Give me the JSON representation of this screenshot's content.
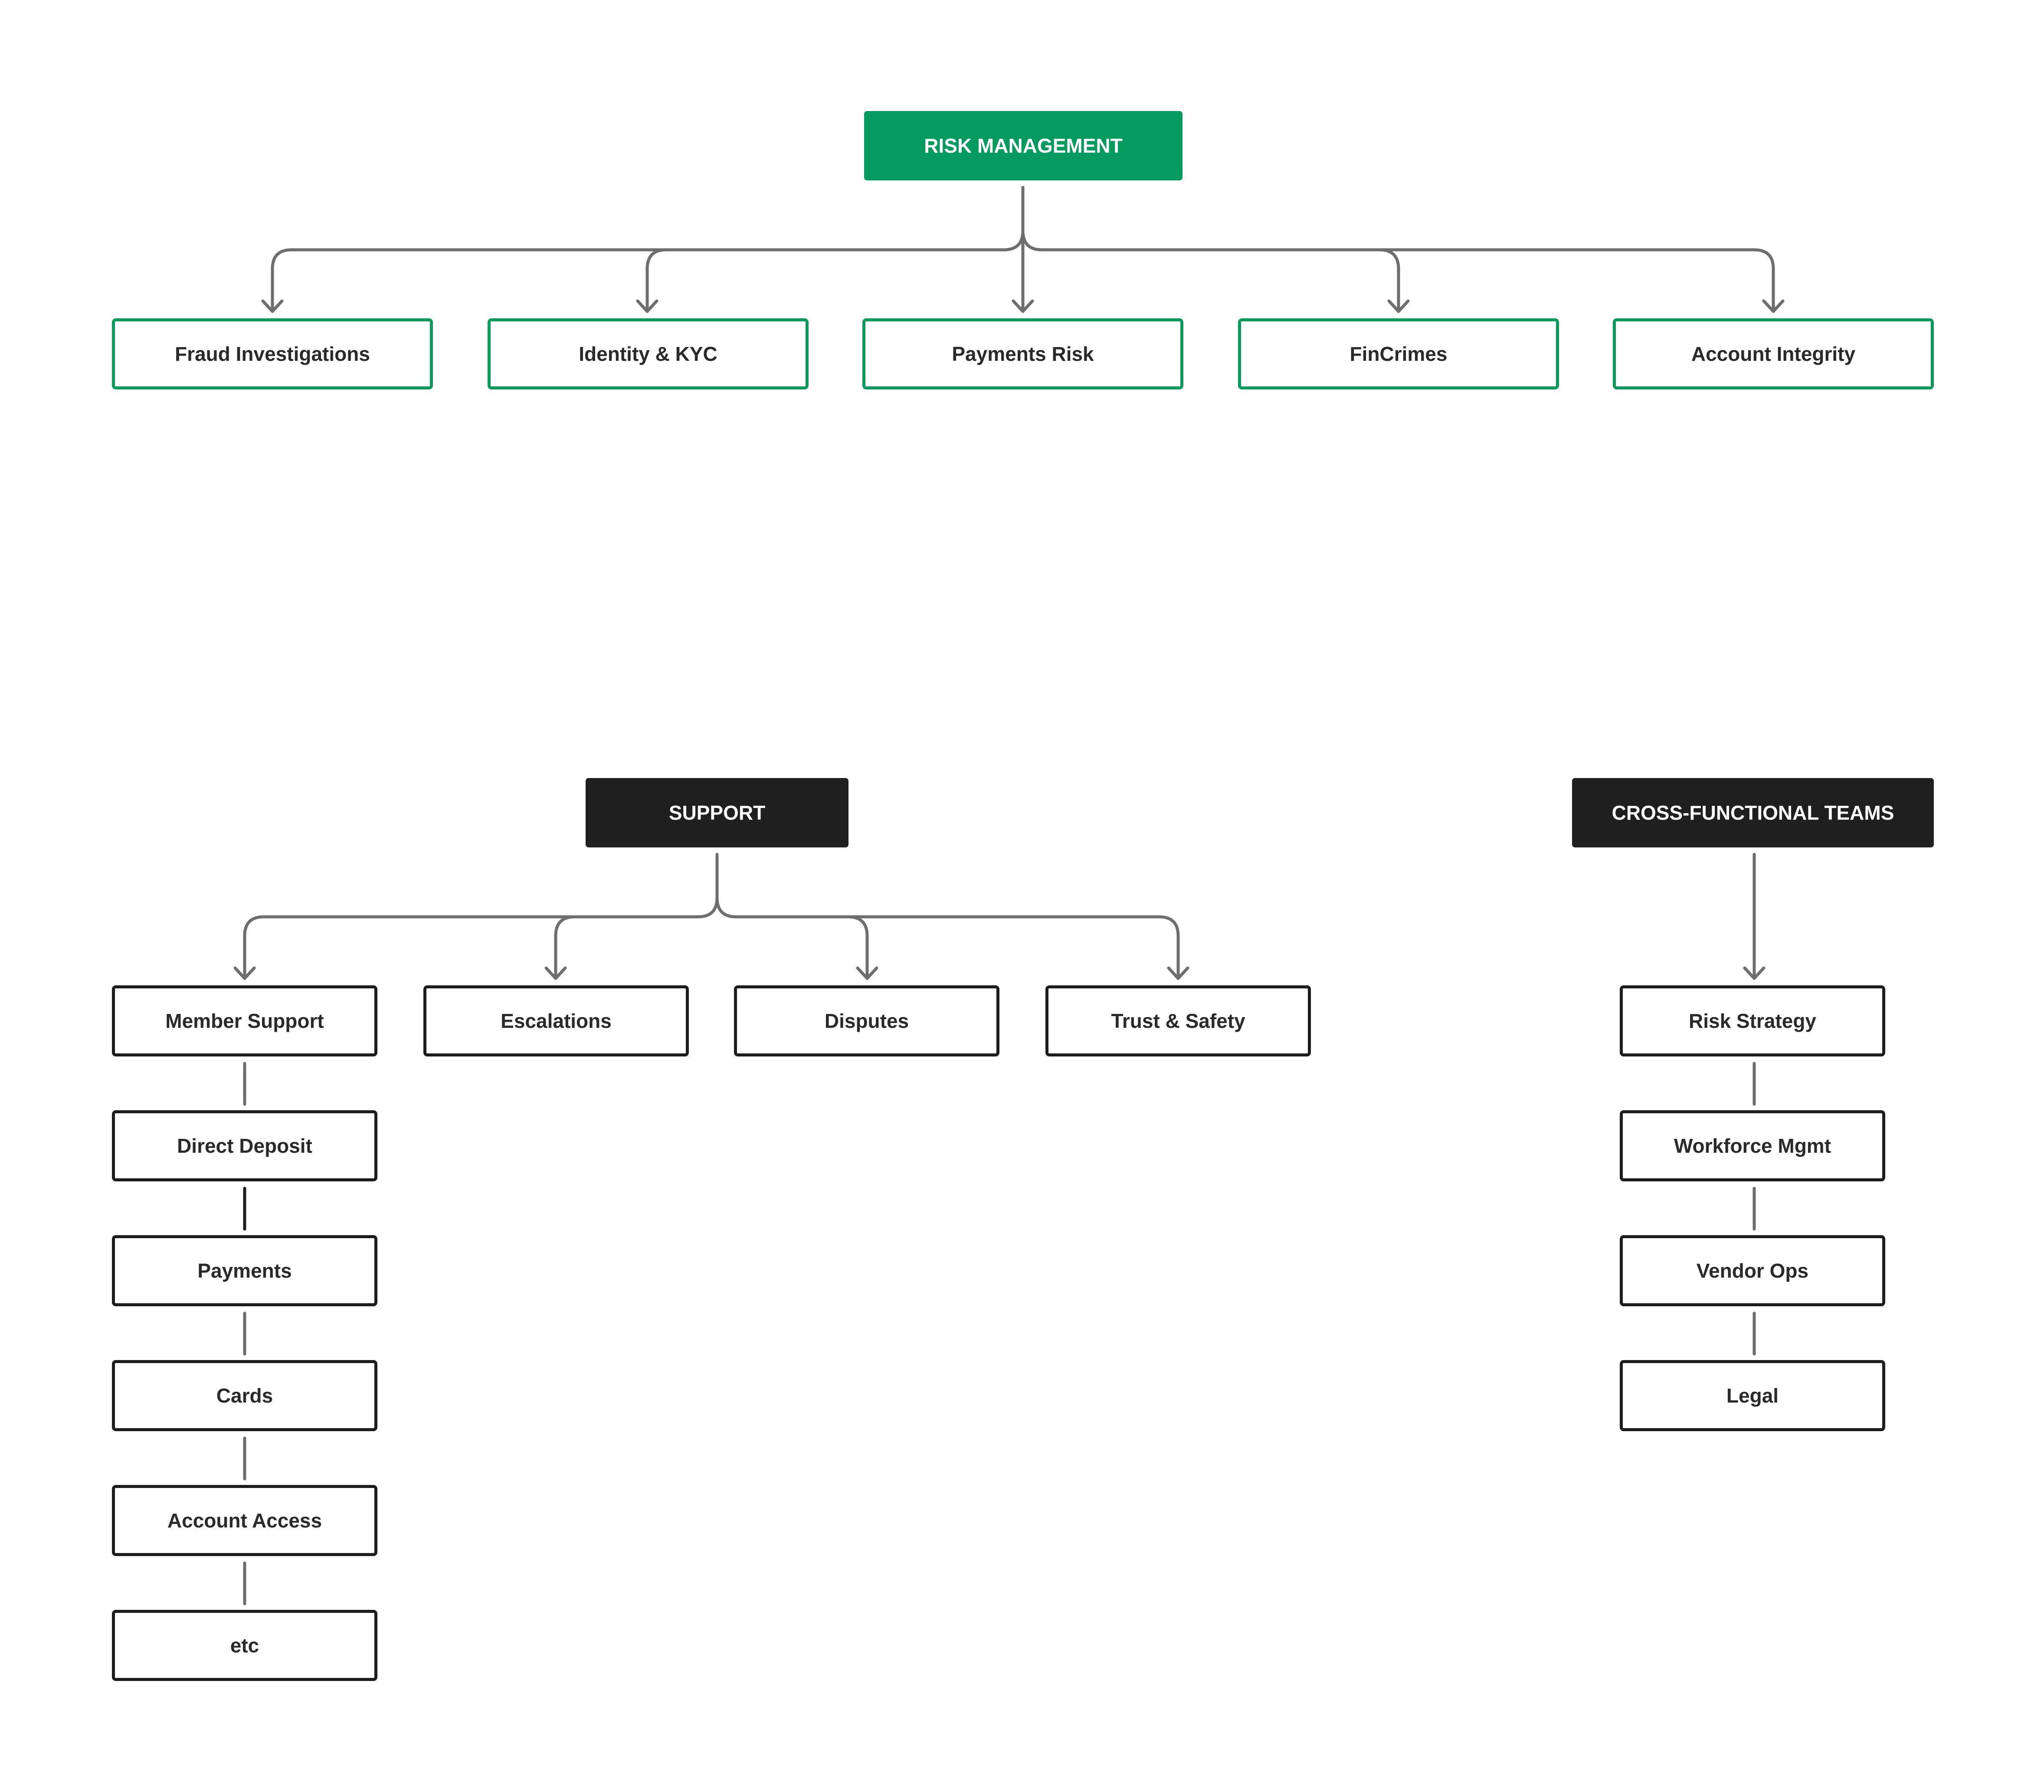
{
  "risk": {
    "root": "RISK MANAGEMENT",
    "children": [
      "Fraud Investigations",
      "Identity & KYC",
      "Payments Risk",
      "FinCrimes",
      "Account Integrity"
    ]
  },
  "support": {
    "root": "SUPPORT",
    "children": [
      "Member Support",
      "Escalations",
      "Disputes",
      "Trust & Safety"
    ],
    "member_support_chain": [
      "Direct Deposit",
      "Payments",
      "Cards",
      "Account Access",
      "etc"
    ]
  },
  "cross": {
    "root": "CROSS-FUNCTIONAL TEAMS",
    "chain": [
      "Risk Strategy",
      "Workforce Mgmt",
      "Vendor Ops",
      "Legal"
    ]
  },
  "colors": {
    "risk_accent": "#059a5e",
    "dark_accent": "#1f1f1f",
    "connector": "#6e6e6e"
  }
}
